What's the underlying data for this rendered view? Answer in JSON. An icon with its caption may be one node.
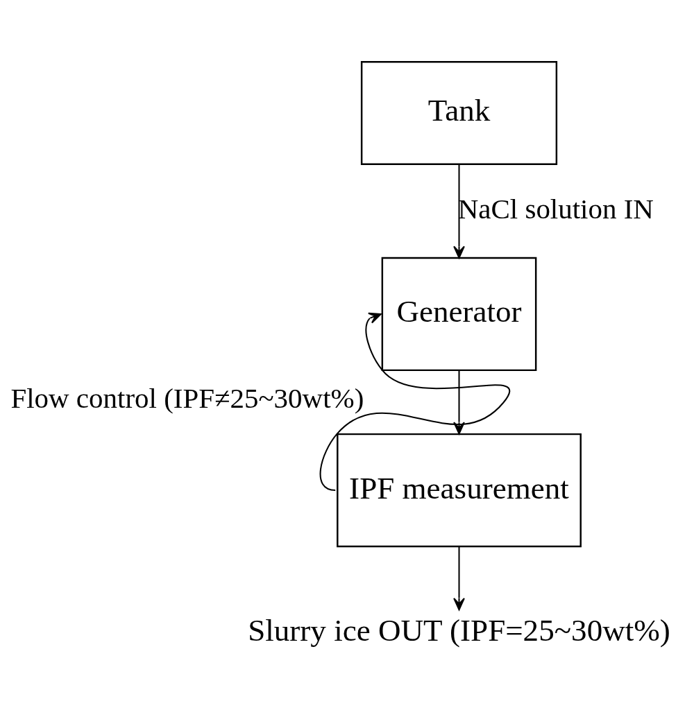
{
  "diagram": {
    "nodes": [
      {
        "text": [
          "Tank"
        ]
      },
      {
        "text": [
          "Generator"
        ]
      },
      {
        "text": [
          "IPF measurement"
        ]
      },
      {
        "text": [
          "Slurry ice OUT (IPF=25~30wt%)"
        ]
      }
    ],
    "edges": [
      {
        "from": 0,
        "to": 1,
        "arrow": "to",
        "label": "NaCl solution IN"
      },
      {
        "from": 1,
        "to": 2,
        "arrow": "to"
      },
      {
        "from": 2,
        "to": 3,
        "arrow": "to"
      },
      {
        "from": 2,
        "to": 1,
        "arrow": "to",
        "label": "Flow control (IPF≠25~30wt%)"
      }
    ]
  }
}
